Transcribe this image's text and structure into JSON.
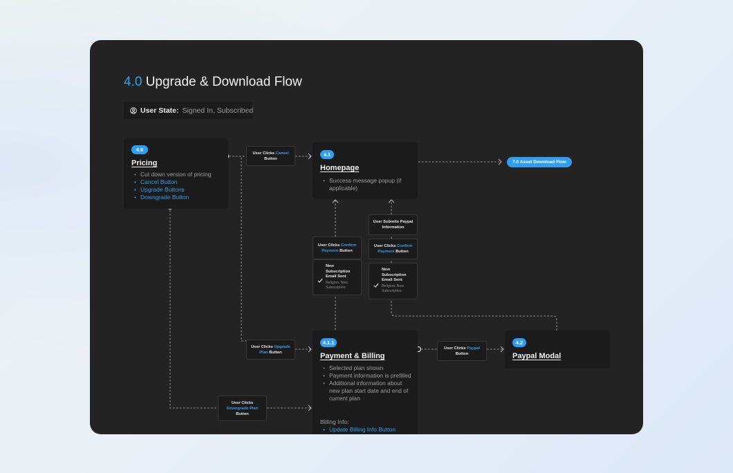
{
  "title": {
    "number": "4.0",
    "text": "Upgrade & Download Flow"
  },
  "user_state": {
    "label": "User State:",
    "value": "Signed In, Subscribed",
    "icon": "user-circle-icon"
  },
  "nodes": {
    "pricing": {
      "badge": "4.0",
      "title": "Pricing",
      "items": [
        "Cut down version of pricing",
        "Cancel Button",
        "Upgrade Buttons",
        "Downgrade Button"
      ]
    },
    "homepage": {
      "badge": "4.1",
      "title": "Homepage",
      "items": [
        "Success message popup (if applicable)"
      ]
    },
    "payment": {
      "badge": "4.1.1",
      "title": "Payment & Billing",
      "items": [
        "Selected plan shown",
        "Payment information is prefilled",
        "Additional information about new plan start date and end of current plan"
      ],
      "billing_label": "Billing Info:",
      "billing_items": [
        "Update Billing Info Button"
      ]
    },
    "paypal": {
      "badge": "4.2",
      "title": "Paypal Modal"
    },
    "asset_download": {
      "label": "7.0 Asset Download Flow"
    }
  },
  "labels": {
    "cancel": {
      "pre": "User Clicks",
      "hl": "Cancel",
      "post": "Button"
    },
    "upgrade": {
      "pre": "User Clicks",
      "hl": "Upgrade Plan",
      "post": "Button"
    },
    "downgrade": {
      "pre": "User Clicks",
      "hl": "Downgrade Plan",
      "post": "Button"
    },
    "paypal": {
      "pre": "User Clicks",
      "hl": "Paypal",
      "post": "Button"
    },
    "confirm_left": {
      "pre": "User Clicks",
      "hl": "Confirm Payment",
      "post": "Button"
    },
    "confirm_right": {
      "pre": "User Clicks",
      "hl": "Confirm Payment",
      "post": "Button"
    },
    "submit_paypal": {
      "text": "User Submits Paypal Information"
    }
  },
  "notifications": {
    "left": {
      "title": "New Subscription Email Sent",
      "sub": "Religion: New Subscription"
    },
    "right": {
      "title": "New Subscription Email Sent",
      "sub": "Religion: New Subscription"
    }
  },
  "colors": {
    "accent": "#2f9ef0",
    "panel": "#232323",
    "card": "#1b1b1b"
  }
}
